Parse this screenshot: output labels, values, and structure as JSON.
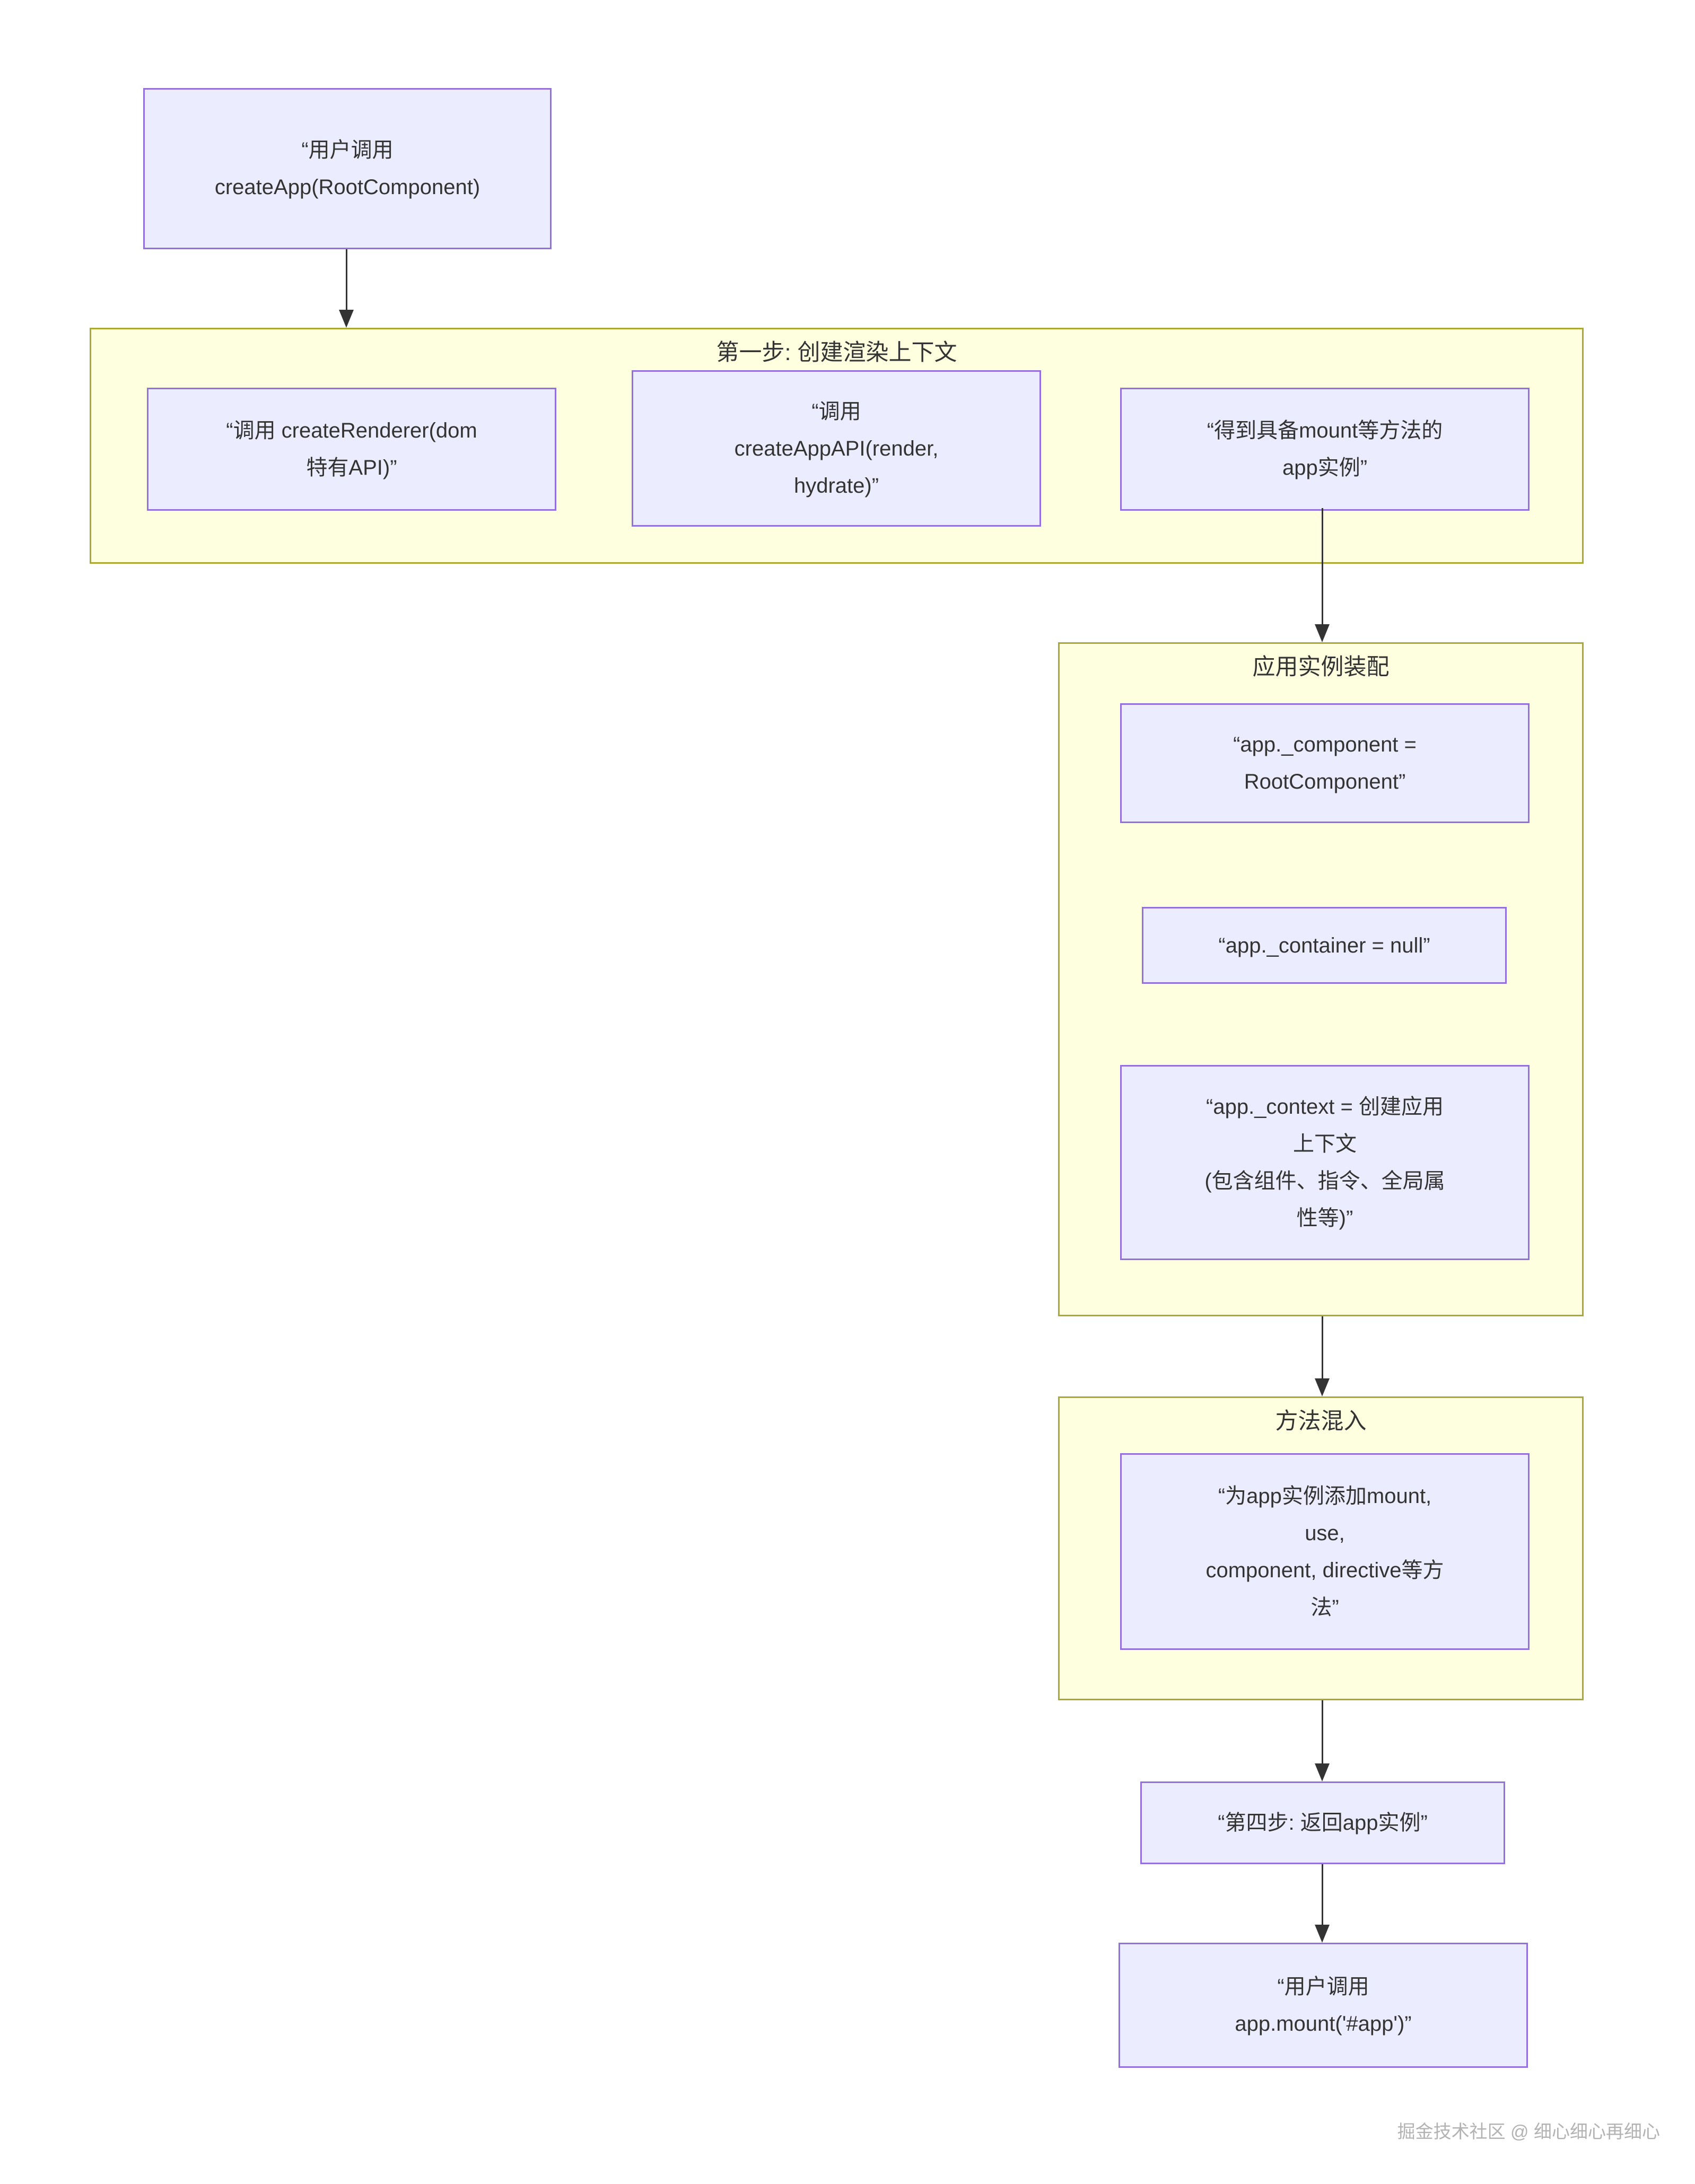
{
  "diagram": {
    "colors": {
      "node_fill": "#ECECFF",
      "node_border": "#9370DB",
      "cluster_fill": "#FEFFDE",
      "cluster_border": "#AAAA33",
      "text": "#333333",
      "arrow": "#333333"
    },
    "nodes": {
      "user_create_app": {
        "lines": [
          "“用户调用",
          "createApp(RootComponent)"
        ]
      },
      "call_create_renderer": {
        "lines": [
          "“调用 createRenderer(dom",
          "特有API)”"
        ]
      },
      "call_create_app_api": {
        "lines": [
          "“调用",
          "createAppAPI(render,",
          "hydrate)”"
        ]
      },
      "get_app_instance": {
        "lines": [
          "“得到具备mount等方法的",
          "app实例”"
        ]
      },
      "app_component": {
        "lines": [
          "“app._component =",
          "RootComponent”"
        ]
      },
      "app_container": {
        "lines": [
          "“app._container = null”"
        ]
      },
      "app_context": {
        "lines": [
          "“app._context = 创建应用",
          "上下文",
          "(包含组件、指令、全局属",
          "性等)”"
        ]
      },
      "method_mixin_detail": {
        "lines": [
          "“为app实例添加mount,",
          "use,",
          "component, directive等方",
          "法”"
        ]
      },
      "return_app": {
        "lines": [
          "“第四步: 返回app实例”"
        ]
      },
      "user_mount": {
        "lines": [
          "“用户调用",
          "app.mount('#app')”"
        ]
      }
    },
    "clusters": {
      "step1": {
        "title": "第一步: 创建渲染上下文"
      },
      "assembly": {
        "title": "应用实例装配"
      },
      "mixin": {
        "title": "方法混入"
      }
    },
    "edges": [
      {
        "from": "user_create_app",
        "to": "step1"
      },
      {
        "from": "get_app_instance",
        "to": "assembly"
      },
      {
        "from": "assembly",
        "to": "mixin"
      },
      {
        "from": "mixin",
        "to": "return_app"
      },
      {
        "from": "return_app",
        "to": "user_mount"
      }
    ],
    "watermark": "掘金技术社区 @ 细心细心再细心"
  }
}
